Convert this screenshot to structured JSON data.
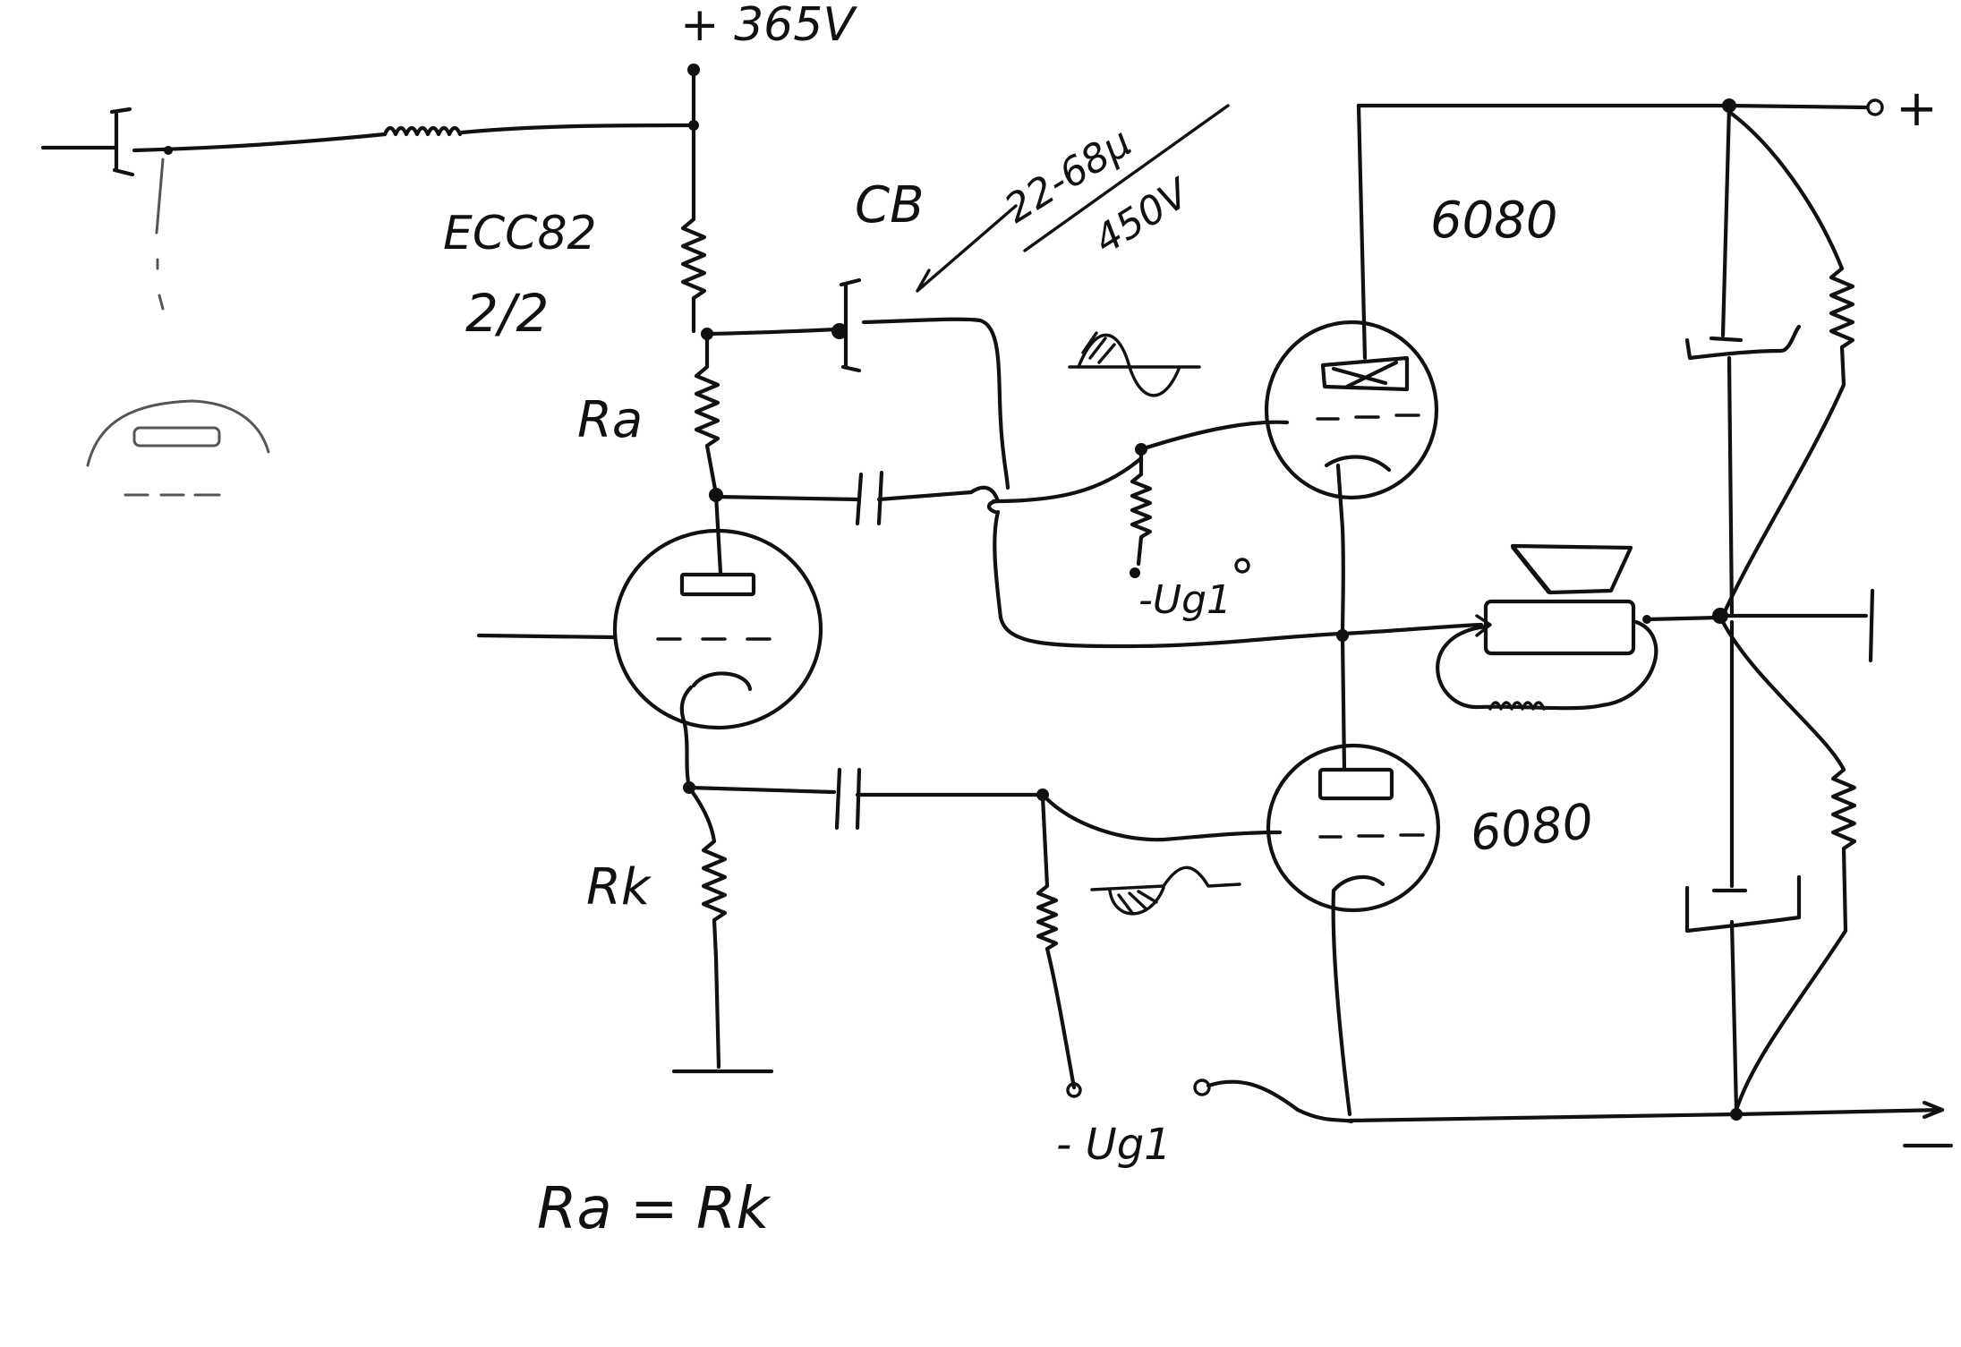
{
  "supply_label": "+ 365V",
  "driver_tube": {
    "type": "ECC82",
    "section": "2/2"
  },
  "bootstrap_cap": {
    "name": "CB",
    "capacitance": "22-68µ",
    "voltage": "450V"
  },
  "anode_resistor": "Ra",
  "cathode_resistor": "Rk",
  "output_tube_upper": "6080",
  "output_tube_lower": "6080",
  "bias_upper": "-Ug1",
  "bias_lower": "- Ug1",
  "rail_plus": "+",
  "rail_minus": "-",
  "equation": "Ra = Rk"
}
